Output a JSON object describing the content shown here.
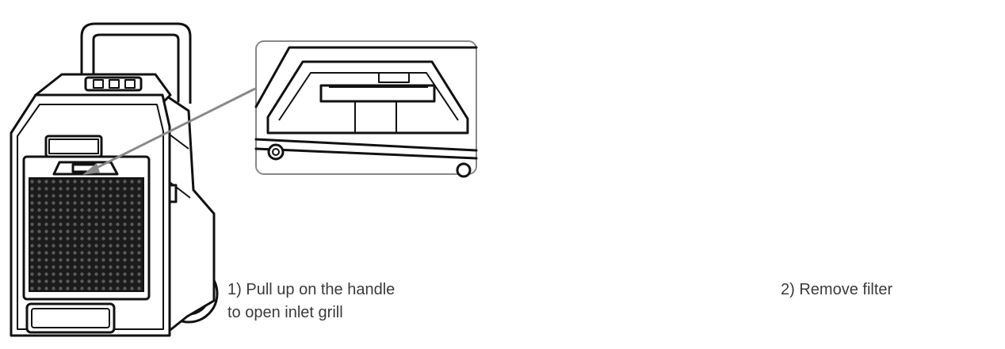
{
  "steps": [
    {
      "number": "1)",
      "text_line1": "Pull up on the handle",
      "text_line2": "to open inlet grill"
    },
    {
      "number": "2)",
      "text_line1": "Remove filter"
    }
  ],
  "colors": {
    "line": "#111111",
    "callout": "#888888",
    "text": "#3a3a3a",
    "background": "#ffffff"
  },
  "icons": [
    "dehumidifier-closed",
    "dehumidifier-open-grill",
    "handle-detail-callout",
    "filter-detail-callout",
    "arrow"
  ]
}
